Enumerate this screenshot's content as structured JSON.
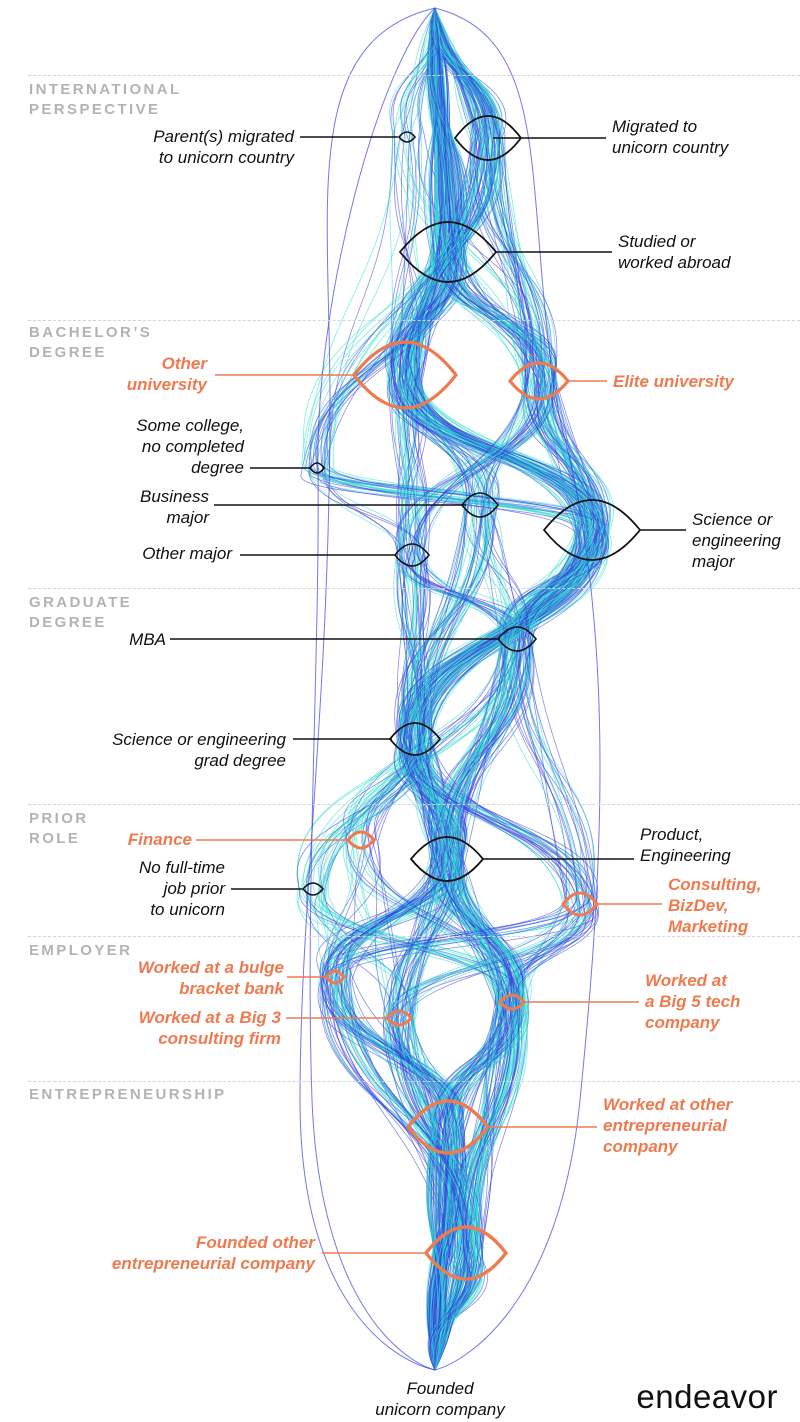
{
  "sections": {
    "international": "INTERNATIONAL\nPERSPECTIVE",
    "bachelors": "BACHELOR’S\nDEGREE",
    "graduate": "GRADUATE\nDEGREE",
    "prior_role": "PRIOR\nROLE",
    "employer": "EMPLOYER",
    "entrepreneurship": "ENTREPRENEURSHIP"
  },
  "labels": {
    "parents_migrated": "Parent(s) migrated\nto unicorn country",
    "migrated": "Migrated to\nunicorn country",
    "studied_abroad": "Studied or\nworked abroad",
    "other_university": "Other\nuniversity",
    "elite_university": "Elite university",
    "some_college": "Some college,\nno completed\ndegree",
    "business_major": "Business\nmajor",
    "other_major": "Other major",
    "science_major": "Science or\nengineering\nmajor",
    "mba": "MBA",
    "science_grad": "Science or engineering\ngrad degree",
    "finance": "Finance",
    "product_engineering": "Product,\nEngineering",
    "no_job": "No full-time\njob prior\nto unicorn",
    "consulting_bizdev": "Consulting,\nBizDev,\nMarketing",
    "bulge_bracket": "Worked at a bulge\nbracket bank",
    "big5_tech": "Worked at\na Big 5 tech\ncompany",
    "big3_consulting": "Worked at a Big 3\nconsulting firm",
    "other_entrepreneurial": "Worked at other\nentrepreneurial\ncompany",
    "founded_other": "Founded other\nentrepreneurial company",
    "founded_unicorn": "Founded\nunicorn company"
  },
  "brand": "endeavor",
  "colors": {
    "dark_blue": "#3b3fe0",
    "cyan": "#2fe0cf",
    "orange": "#f07a4f",
    "black": "#111111",
    "section_gray": "#b3b3b3"
  }
}
